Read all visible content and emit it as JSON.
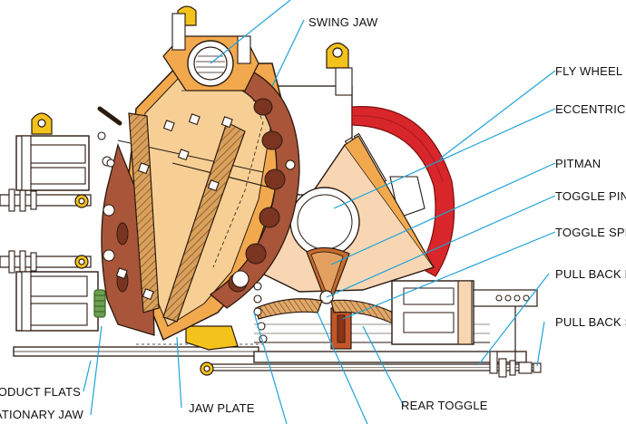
{
  "diagram": {
    "labels": {
      "swing_jaw": "SWING JAW",
      "fly_wheel": "FLY WHEEL",
      "eccentric": "ECCENTRIC",
      "pitman": "PITMAN",
      "toggle_pin": "TOGGLE PIN",
      "toggle_spring": "TOGGLE SPRING",
      "pull_back_rod": "PULL BACK ROD",
      "pull_back_spring": "PULL BACK SPRING",
      "product_flats": "PRODUCT FLATS",
      "stationary_jaw": "STATIONARY JAW",
      "jaw_plate": "JAW PLATE",
      "rear_toggle": "REAR TOGGLE"
    },
    "colors": {
      "leader_line": "#1fa3d8",
      "frame_orange": "#f2a94e",
      "frame_light": "#f7cf95",
      "jaw_brown": "#a9553a",
      "jaw_dark": "#7a3420",
      "flywheel_red": "#d8262a",
      "pitman_peach": "#f9d6b3",
      "lug_yellow": "#f3c31c",
      "outline": "#2a1a10"
    }
  }
}
